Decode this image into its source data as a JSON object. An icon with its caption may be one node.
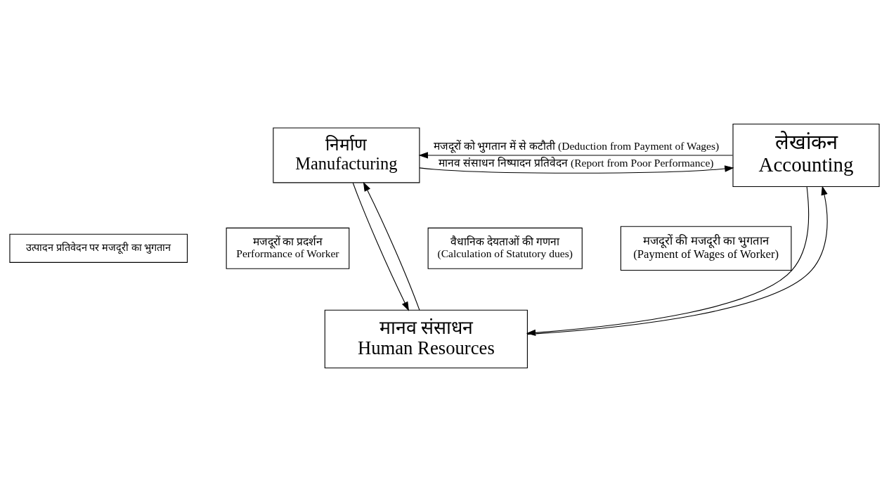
{
  "diagram": {
    "nodes": [
      {
        "text": [
          "निर्माण",
          "Manufacturing"
        ]
      },
      {
        "text": [
          "लेखांकन",
          "Accounting"
        ]
      },
      {
        "text": [
          "उत्पादन प्रतिवेदन पर मजदूरी का भुगतान"
        ]
      },
      {
        "text": [
          "मजदूरों का प्रदर्शन",
          "Performance of Worker"
        ]
      },
      {
        "text": [
          "वैधानिक देयताओं की गणना",
          "(Calculation of Statutory dues)"
        ]
      },
      {
        "text": [
          "मजदूरों की मजदूरी का भुगतान",
          "(Payment of Wages of Worker)"
        ]
      },
      {
        "text": [
          "मानव संसाधन",
          "Human Resources"
        ]
      }
    ],
    "edges": [
      {
        "from": 0,
        "to": 1,
        "arrow": "to",
        "label": "मानव संसाधन निष्पादन प्रतिवेदन (Report from Poor Performance)"
      },
      {
        "from": 1,
        "to": 0,
        "arrow": "to",
        "label": "मजदूरों को भुगतान में से कटौती (Deduction from Payment of Wages)"
      },
      {
        "from": 0,
        "to": 6,
        "arrow": "to"
      },
      {
        "from": 6,
        "to": 0,
        "arrow": "to"
      },
      {
        "from": 1,
        "to": 6,
        "arrow": "to"
      },
      {
        "from": 6,
        "to": 1,
        "arrow": "to"
      }
    ]
  }
}
